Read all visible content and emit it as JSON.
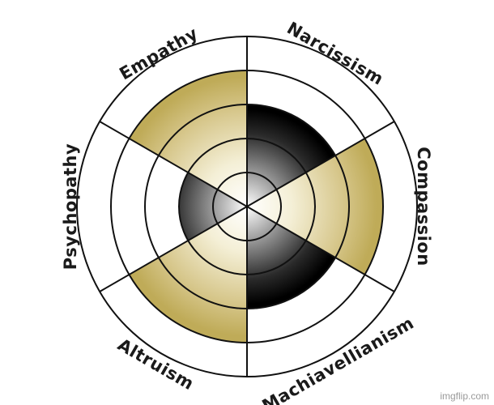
{
  "watermark": "imgflip.com",
  "traits": [
    {
      "name": "Narcissism",
      "fill_level": 3,
      "fill_color": "#111111",
      "text_rotate": 30,
      "label_radius": 218
    },
    {
      "name": "Compassion",
      "fill_level": 4,
      "fill_color": "#c3b163",
      "text_rotate": 90,
      "label_radius": 218
    },
    {
      "name": "Machiavellianism",
      "fill_level": 3,
      "fill_color": "#111111",
      "text_rotate": -30,
      "label_radius": 225
    },
    {
      "name": "Altruism",
      "fill_level": 4,
      "fill_color": "#c3b163",
      "text_rotate": 30,
      "label_radius": 225
    },
    {
      "name": "Psychopathy",
      "fill_level": 2,
      "fill_color": "#111111",
      "text_rotate": -90,
      "label_radius": 218
    },
    {
      "name": "Empathy",
      "fill_level": 4,
      "fill_color": "#c3b163",
      "text_rotate": -30,
      "label_radius": 218
    }
  ],
  "gold_color": "#c3b163",
  "dark_color": "#111111"
}
